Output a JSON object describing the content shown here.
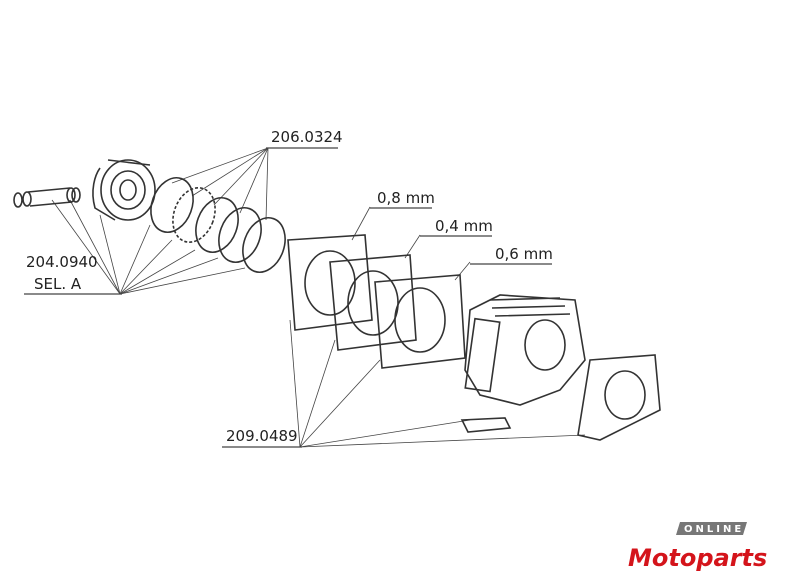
{
  "labels": {
    "piston_rings": "206.0324",
    "piston_code": "204.0940",
    "piston_sel": "SEL. A",
    "gasket_08": "0,8 mm",
    "gasket_04": "0,4 mm",
    "gasket_06": "0,6 mm",
    "gasket_set": "209.0489"
  },
  "logo": {
    "online": "ONLINE",
    "name": "Motoparts",
    "accent": "#d4141b"
  }
}
